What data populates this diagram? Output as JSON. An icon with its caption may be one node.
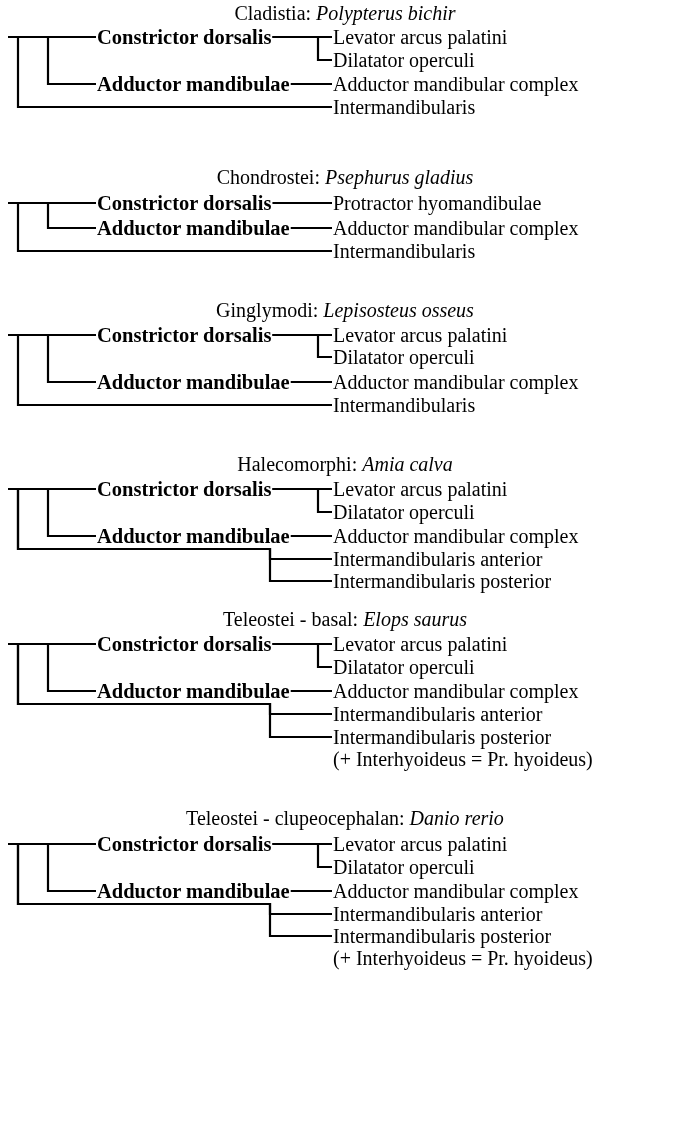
{
  "diagram": {
    "nodes": [
      {
        "text": [
          "Constrictor dorsalis"
        ]
      },
      {
        "text": [
          "Levator arcus palatini"
        ]
      },
      {
        "text": [
          "Dilatator operculi"
        ]
      },
      {
        "text": [
          "Adductor mandibulae"
        ]
      },
      {
        "text": [
          "Adductor mandibular complex"
        ]
      },
      {
        "text": [
          "Intermandibularis"
        ]
      },
      {
        "text": [
          "Constrictor dorsalis"
        ]
      },
      {
        "text": [
          "Protractor hyomandibulae"
        ]
      },
      {
        "text": [
          "Adductor mandibulae"
        ]
      },
      {
        "text": [
          "Adductor mandibular complex"
        ]
      },
      {
        "text": [
          "Intermandibularis"
        ]
      },
      {
        "text": [
          "Constrictor dorsalis"
        ]
      },
      {
        "text": [
          "Levator arcus palatini"
        ]
      },
      {
        "text": [
          "Dilatator operculi"
        ]
      },
      {
        "text": [
          "Adductor mandibulae"
        ]
      },
      {
        "text": [
          "Adductor mandibular complex"
        ]
      },
      {
        "text": [
          "Intermandibularis"
        ]
      },
      {
        "text": [
          "Constrictor dorsalis"
        ]
      },
      {
        "text": [
          "Levator arcus palatini"
        ]
      },
      {
        "text": [
          "Dilatator operculi"
        ]
      },
      {
        "text": [
          "Adductor mandibulae"
        ]
      },
      {
        "text": [
          "Adductor mandibular complex"
        ]
      },
      {
        "text": [
          "Intermandibularis anterior"
        ]
      },
      {
        "text": [
          "Intermandibularis posterior"
        ]
      },
      {
        "text": [
          "Constrictor dorsalis"
        ]
      },
      {
        "text": [
          "Levator arcus palatini"
        ]
      },
      {
        "text": [
          "Dilatator operculi"
        ]
      },
      {
        "text": [
          "Adductor mandibulae"
        ]
      },
      {
        "text": [
          "Adductor mandibular complex"
        ]
      },
      {
        "text": [
          "Intermandibularis anterior"
        ]
      },
      {
        "text": [
          "Intermandibularis posterior"
        ],
        "beside": [
          "(+ Interhyoideus = Pr. hyoideus)"
        ]
      },
      {
        "text": [
          "Constrictor dorsalis"
        ]
      },
      {
        "text": [
          "Levator arcus palatini"
        ]
      },
      {
        "text": [
          "Dilatator operculi"
        ]
      },
      {
        "text": [
          "Adductor mandibulae"
        ]
      },
      {
        "text": [
          "Adductor mandibular complex"
        ]
      },
      {
        "text": [
          "Intermandibularis anterior"
        ]
      },
      {
        "text": [
          "Intermandibularis posterior"
        ],
        "beside": [
          "(+ Interhyoideus = Pr. hyoideus)"
        ]
      }
    ],
    "edges": [
      {
        "from": null,
        "to": 0,
        "arrow": "none"
      },
      {
        "from": null,
        "to": 3,
        "arrow": "none"
      },
      {
        "from": null,
        "to": 5,
        "arrow": "none"
      },
      {
        "from": 0,
        "to": 1,
        "arrow": "none"
      },
      {
        "from": 0,
        "to": 2,
        "arrow": "none"
      },
      {
        "from": 3,
        "to": 4,
        "arrow": "none"
      },
      {
        "from": null,
        "to": 6,
        "arrow": "none"
      },
      {
        "from": null,
        "to": 8,
        "arrow": "none"
      },
      {
        "from": null,
        "to": 10,
        "arrow": "none"
      },
      {
        "from": 6,
        "to": 7,
        "arrow": "none"
      },
      {
        "from": 8,
        "to": 9,
        "arrow": "none"
      },
      {
        "from": null,
        "to": 11,
        "arrow": "none"
      },
      {
        "from": null,
        "to": 14,
        "arrow": "none"
      },
      {
        "from": null,
        "to": 16,
        "arrow": "none"
      },
      {
        "from": 11,
        "to": 12,
        "arrow": "none"
      },
      {
        "from": 11,
        "to": 13,
        "arrow": "none"
      },
      {
        "from": 14,
        "to": 15,
        "arrow": "none"
      },
      {
        "from": null,
        "to": 17,
        "arrow": "none"
      },
      {
        "from": null,
        "to": 20,
        "arrow": "none"
      },
      {
        "from": null,
        "to": 22,
        "arrow": "none"
      },
      {
        "from": null,
        "to": 23,
        "arrow": "none"
      },
      {
        "from": 17,
        "to": 18,
        "arrow": "none"
      },
      {
        "from": 17,
        "to": 19,
        "arrow": "none"
      },
      {
        "from": 20,
        "to": 21,
        "arrow": "none"
      },
      {
        "from": null,
        "to": 24,
        "arrow": "none"
      },
      {
        "from": null,
        "to": 27,
        "arrow": "none"
      },
      {
        "from": null,
        "to": 29,
        "arrow": "none"
      },
      {
        "from": null,
        "to": 30,
        "arrow": "none"
      },
      {
        "from": 24,
        "to": 25,
        "arrow": "none"
      },
      {
        "from": 24,
        "to": 26,
        "arrow": "none"
      },
      {
        "from": 27,
        "to": 28,
        "arrow": "none"
      },
      {
        "from": null,
        "to": 31,
        "arrow": "none"
      },
      {
        "from": null,
        "to": 34,
        "arrow": "none"
      },
      {
        "from": null,
        "to": 36,
        "arrow": "none"
      },
      {
        "from": null,
        "to": 37,
        "arrow": "none"
      },
      {
        "from": 31,
        "to": 32,
        "arrow": "none"
      },
      {
        "from": 31,
        "to": 33,
        "arrow": "none"
      },
      {
        "from": 34,
        "to": 35,
        "arrow": "none"
      }
    ],
    "labels": [
      "Cladistia: *Polypterus bichir*",
      "Chondrostei: *Psephurus gladius*",
      "Ginglymodi: *Lepisosteus osseus*",
      "Halecomorphi: *Amia calva*",
      "Teleostei - basal: *Elops saurus*",
      "Teleostei - clupeocephalan: *Danio rerio*"
    ]
  }
}
